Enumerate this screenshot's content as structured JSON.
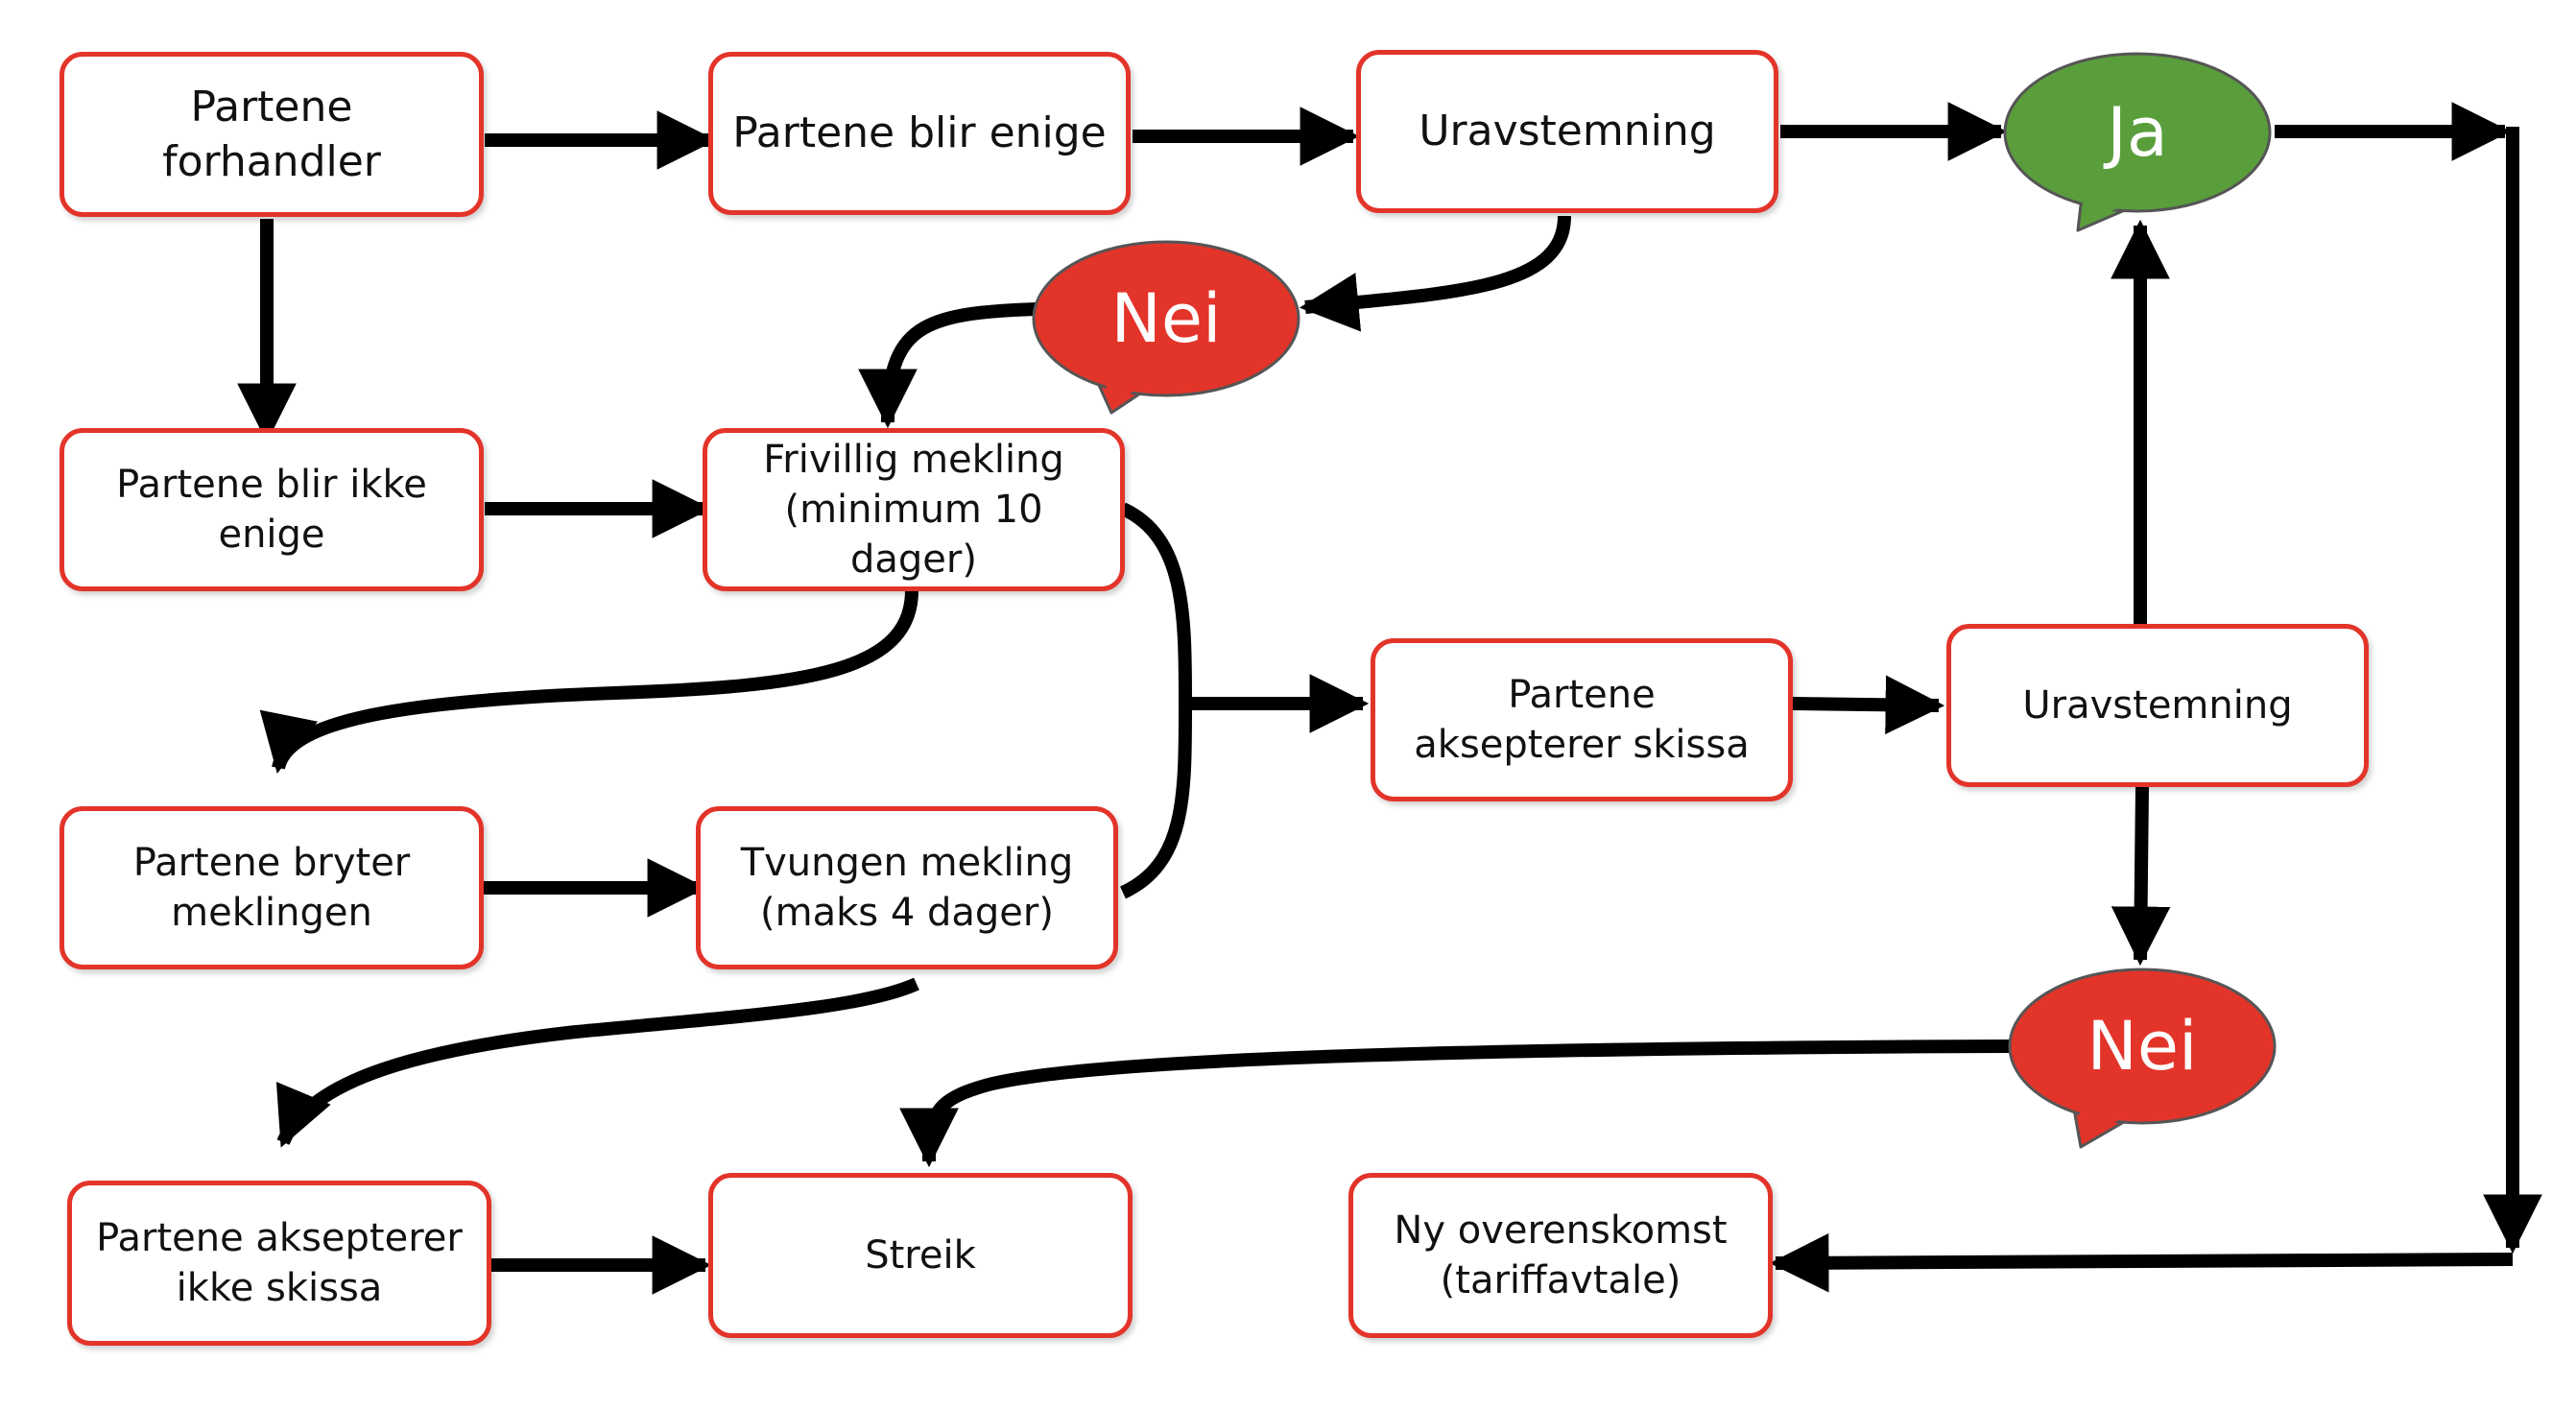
{
  "boxes": {
    "forhandler": "Partene\nforhandler",
    "enige": "Partene blir enige",
    "uravstemning_top": "Uravstemning",
    "ikke_enige": "Partene blir ikke\nenige",
    "frivillig": "Frivillig mekling\n(minimum 10 dager)",
    "aksepterer": "Partene\naksepterer skissa",
    "uravstemning_mid": "Uravstemning",
    "bryter": "Partene bryter\nmeklingen",
    "tvungen": "Tvungen mekling\n(maks 4 dager)",
    "ikke_aksepterer": "Partene aksepterer\nikke skissa",
    "streik": "Streik",
    "ny_overenskomst": "Ny overenskomst\n(tariffavtale)"
  },
  "bubbles": {
    "ja": "Ja",
    "nei_top": "Nei",
    "nei_bottom": "Nei"
  },
  "colors": {
    "box_border": "#e3342a",
    "arrow": "#000000",
    "ja_bubble": "#5a9e3c",
    "nei_bubble": "#e3342a",
    "bubble_outline": "#555555"
  }
}
